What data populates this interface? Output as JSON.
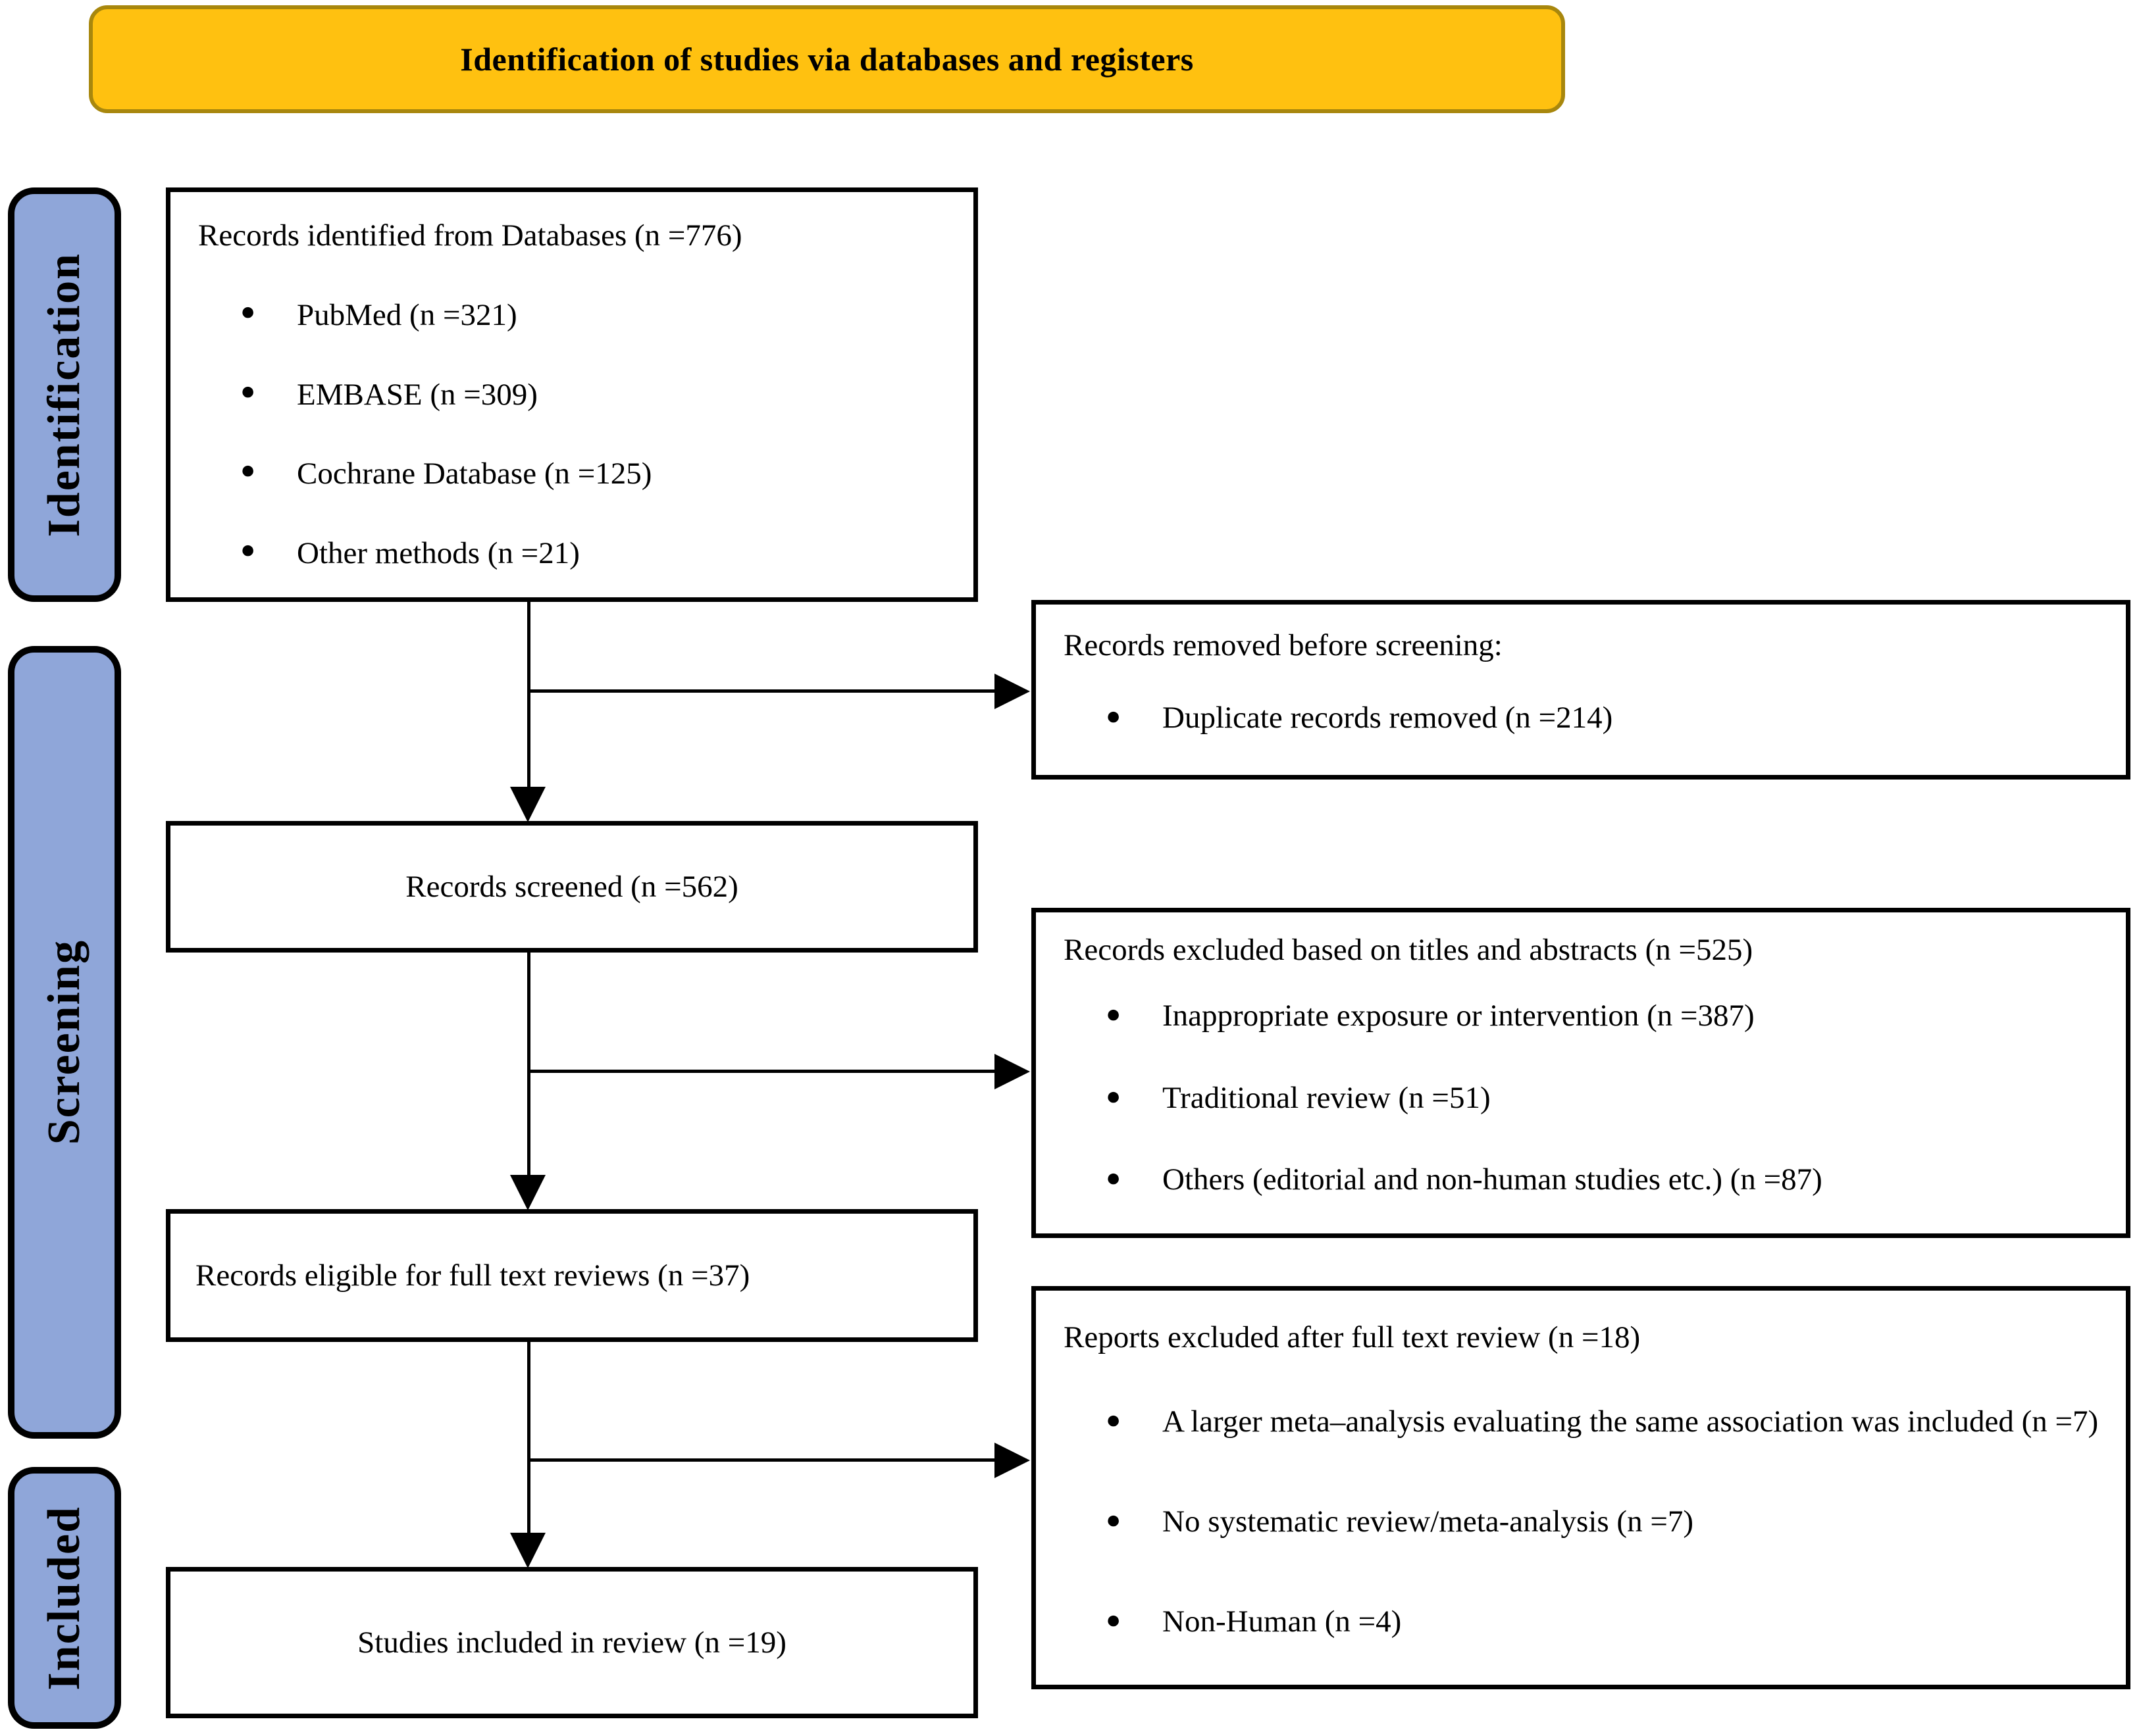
{
  "title": "Identification of studies via databases and registers",
  "colors": {
    "banner_fill": "#FFC110",
    "banner_border": "#A8870D",
    "stage_fill": "#8FA6D9"
  },
  "icons": {
    "bullet": "●"
  },
  "stages": [
    {
      "label": "Identification"
    },
    {
      "label": "Screening"
    },
    {
      "label": "Included"
    }
  ],
  "boxes": {
    "identified": {
      "heading": "Records identified from Databases (n =776)",
      "items": [
        "PubMed (n =321)",
        "EMBASE (n =309)",
        "Cochrane Database (n =125)",
        "Other methods (n =21)"
      ]
    },
    "removed": {
      "heading": "Records removed before screening:",
      "items": [
        "Duplicate records removed (n =214)"
      ]
    },
    "screened": {
      "heading": "Records screened (n =562)"
    },
    "excluded_titles": {
      "heading": "Records excluded based on titles and abstracts (n =525)",
      "items": [
        "Inappropriate exposure or intervention (n =387)",
        "Traditional review (n =51)",
        "Others (editorial and non-human studies etc.) (n =87)"
      ]
    },
    "eligible": {
      "heading": "Records eligible for full text reviews (n =37)"
    },
    "excluded_fulltext": {
      "heading": "Reports excluded after full text review (n =18)",
      "items": [
        "A larger meta–analysis evaluating the same association was included (n =7)",
        "No systematic review/meta-analysis (n =7)",
        "Non-Human (n =4)"
      ]
    },
    "included_review": {
      "heading": "Studies included in review (n =19)"
    }
  }
}
